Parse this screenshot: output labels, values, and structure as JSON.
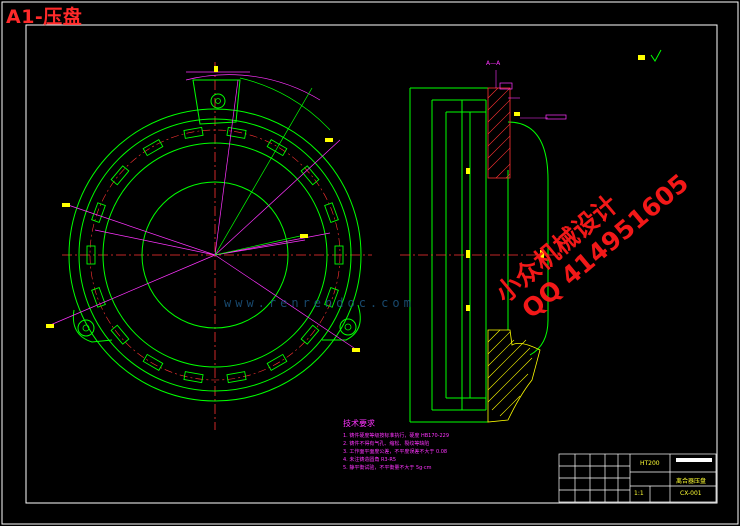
{
  "sheet": {
    "title": "A1-压盘"
  },
  "section_label": "A—A",
  "tech_requirements": {
    "title": "技术要求",
    "notes": [
      "1. 铸件硬度等级按标准执行，硬度 HB170-229",
      "2. 铸件不得有气孔、缩松、裂纹等缺陷",
      "3. 工作面平面度公差，不平度误差不大于 0.08",
      "4. 未注铸造圆角 R3-R5",
      "5. 静平衡试验，不平衡量不大于 5g·cm"
    ]
  },
  "title_block": {
    "part_name": "离合器压盘",
    "drawing_no": "CX-001",
    "scale": "1:1",
    "material": "HT200"
  },
  "watermarks": {
    "brand_line1": "小众机械设计",
    "brand_line2": "QQ 414951605",
    "site": "www.renrendoc.com"
  },
  "colors": {
    "background": "#000000",
    "frame": "#ffffff",
    "outline": "#00ff00",
    "dimension": "#ff33ff",
    "centerline": "#ff3333",
    "hatch": "#ff3333",
    "annotation": "#ffff00"
  }
}
